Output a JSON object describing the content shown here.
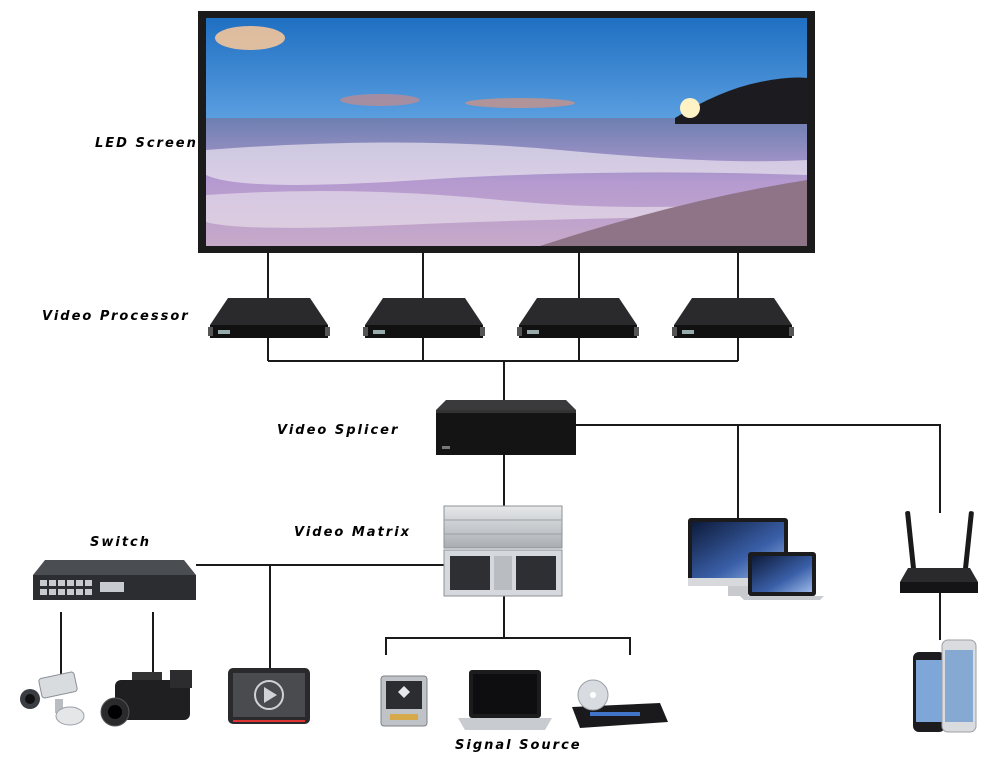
{
  "labels": {
    "led_screen": "LED Screen",
    "video_processor": "Video Processor",
    "video_splicer": "Video Splicer",
    "switch": "Switch",
    "video_matrix": "Video Matrix",
    "signal_source": "Signal Source"
  },
  "icons": {
    "led_screen": "led-screen-icon",
    "video_processor": "video-processor-icon",
    "video_splicer": "video-splicer-icon",
    "video_matrix": "video-matrix-icon",
    "network_switch": "network-switch-icon",
    "cctv_camera": "cctv-camera-icon",
    "camcorder": "camcorder-icon",
    "media_player": "media-player-icon",
    "hard_drive": "hard-drive-icon",
    "laptop": "laptop-icon",
    "dvd_player": "dvd-player-icon",
    "computers": "imac-macbook-icon",
    "wifi_router": "wifi-router-icon",
    "smartphones": "smartphones-icon"
  },
  "colors": {
    "line": "#1a1a1a",
    "device_dark": "#1d1d1f",
    "matrix_silver": "#c9ccd0"
  }
}
